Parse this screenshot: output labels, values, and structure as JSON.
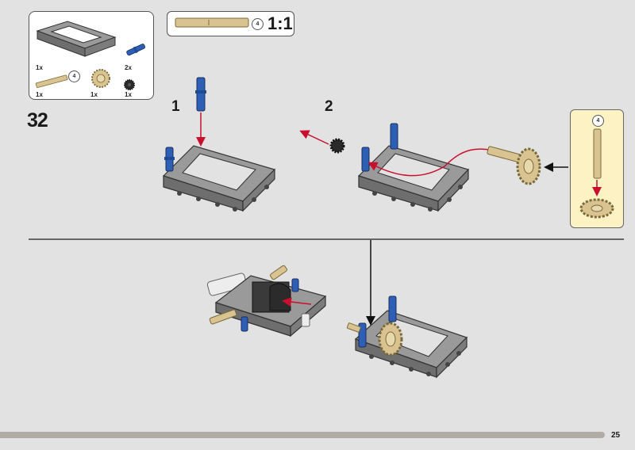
{
  "step": {
    "number": "32"
  },
  "parts_list": {
    "items": [
      {
        "qty": "1x",
        "part": "frame-5x7",
        "icon": "frame-icon"
      },
      {
        "qty": "2x",
        "part": "blue-axle-pin",
        "icon": "blue-pin-icon"
      },
      {
        "qty": "1x",
        "part": "tan-axle-4",
        "icon": "tan-axle-icon",
        "axle_length": "4"
      },
      {
        "qty": "1x",
        "part": "tan-gear-20",
        "icon": "tan-gear-icon"
      },
      {
        "qty": "1x",
        "part": "black-gear-8",
        "icon": "black-gear-icon"
      }
    ]
  },
  "scale_reference": {
    "length_label": "4",
    "scale": "1:1"
  },
  "sub_steps": [
    {
      "label": "1"
    },
    {
      "label": "2"
    }
  ],
  "callout": {
    "axle_length": "4"
  },
  "page": {
    "number": "25"
  },
  "colors": {
    "frame": "#8a8a8a",
    "blue_pin": "#2d5fb5",
    "tan": "#d9c491",
    "callout_bg": "#fcf2c4",
    "arrow_red": "#c8102e",
    "background": "#e2e2e2"
  }
}
